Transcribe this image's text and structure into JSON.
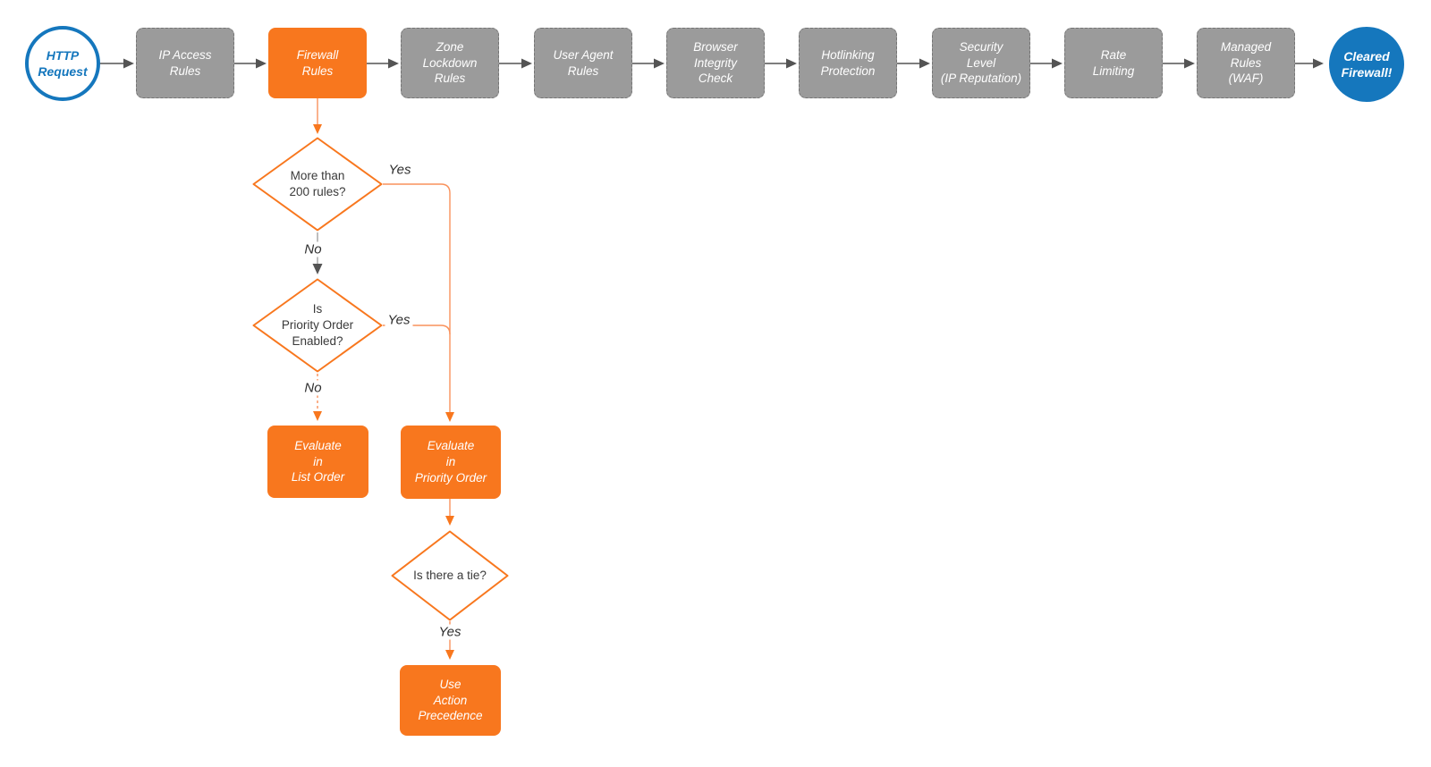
{
  "colors": {
    "orange": "#F8771E",
    "orange_line": "#F9925C",
    "gray": "#9B9B9B",
    "blue": "#1577BD",
    "arrow": "#545454"
  },
  "start_node": {
    "label": "HTTP\nRequest"
  },
  "end_node": {
    "label": "Cleared\nFirewall!"
  },
  "pipeline": [
    {
      "label": "IP Access\nRules"
    },
    {
      "label": "Firewall\nRules"
    },
    {
      "label": "Zone\nLockdown\nRules"
    },
    {
      "label": "User Agent\nRules"
    },
    {
      "label": "Browser\nIntegrity\nCheck"
    },
    {
      "label": "Hotlinking\nProtection"
    },
    {
      "label": "Security\nLevel\n(IP Reputation)"
    },
    {
      "label": "Rate\nLimiting"
    },
    {
      "label": "Managed\nRules\n(WAF)"
    }
  ],
  "decisions": {
    "rules_count": {
      "label": "More than\n200 rules?",
      "yes_label": "Yes",
      "no_label": "No"
    },
    "priority_enabled": {
      "label": "Is\nPriority Order\nEnabled?",
      "yes_label": "Yes",
      "no_label": "No"
    },
    "tie": {
      "label": "Is there a tie?",
      "yes_label": "Yes"
    }
  },
  "outcomes": {
    "list_order": {
      "label": "Evaluate\nin\nList Order"
    },
    "priority_order": {
      "label": "Evaluate\nin\nPriority Order"
    },
    "action_precedence": {
      "label": "Use\nAction\nPrecedence"
    }
  }
}
